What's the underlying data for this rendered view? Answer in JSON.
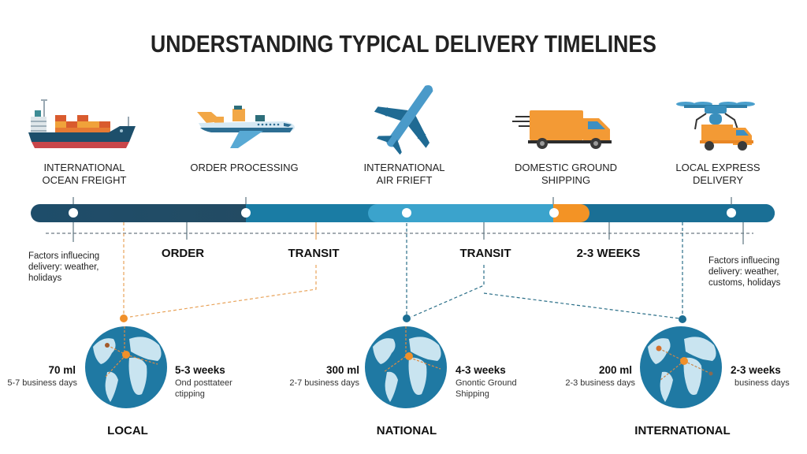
{
  "title": "UNDERSTANDING TYPICAL DELIVERY  TIMELINES",
  "colors": {
    "dark_navy": "#1f4e6b",
    "mid_blue": "#1b7ba3",
    "light_blue": "#3ba3cc",
    "orange": "#f39325",
    "teal_dark": "#1a6f95",
    "land": "#c9e4f0"
  },
  "modes": [
    {
      "id": "ocean",
      "icon": "cargo-ship-icon",
      "line1": "INTERNATIONAL",
      "line2": "OCEAN FREIGHT"
    },
    {
      "id": "processing",
      "icon": "cargo-plane-icon",
      "line1": "ORDER PROCESSING",
      "line2": ""
    },
    {
      "id": "air",
      "icon": "airplane-icon",
      "line1": "INTERNATIONAL",
      "line2": "AIR FRIEFT"
    },
    {
      "id": "ground",
      "icon": "delivery-truck-icon",
      "line1": "DOMESTIC GROUND",
      "line2": "SHIPPING"
    },
    {
      "id": "express",
      "icon": "drone-delivery-icon",
      "line1": "LOCAL EXPRESS",
      "line2": "DELIVERY"
    }
  ],
  "timeline": {
    "stages": [
      "ORDER",
      "TRANSIT",
      "TRANSIT",
      "2-3 WEEKS"
    ],
    "note_left": [
      "Factors influecing",
      "delivery: weather,",
      "holidays"
    ],
    "note_right": [
      "Factors influecing",
      "delivery: weather,",
      "customs, holidays"
    ]
  },
  "regions": [
    {
      "name": "LOCAL",
      "distance": "70 ml",
      "days": "5-7 business days",
      "weeks": "5-3 weeks",
      "desc1": "Ond posttateer",
      "desc2": "ctipping"
    },
    {
      "name": "NATIONAL",
      "distance": "300 ml",
      "days": "2-7 business days",
      "weeks": "4-3 weeks",
      "desc1": "Gnontic Ground",
      "desc2": "Shipping"
    },
    {
      "name": "INTERNATIONAL",
      "distance": "200 ml",
      "days": "2-3 business days",
      "weeks": "2-3 weeks",
      "desc1": "business days",
      "desc2": ""
    }
  ]
}
